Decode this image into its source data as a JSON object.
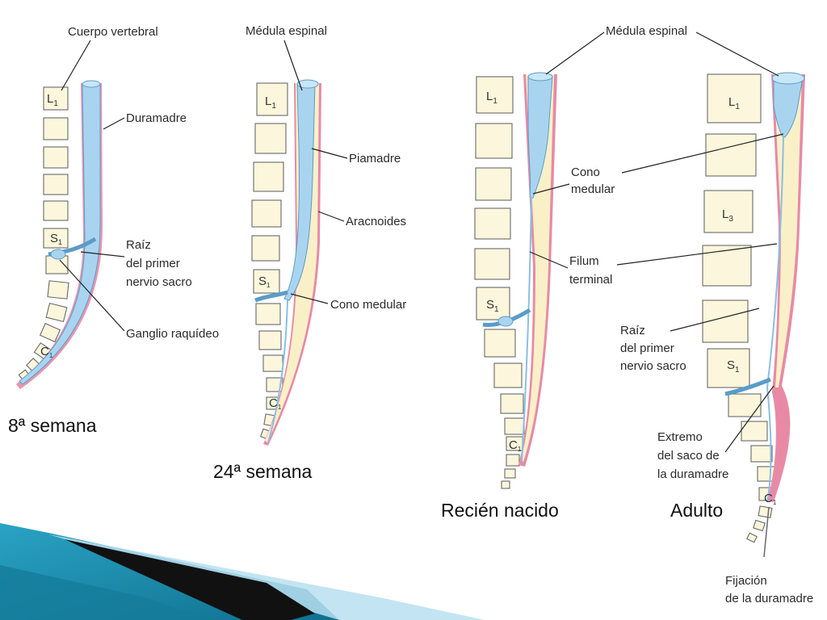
{
  "colors": {
    "csf_blue": "#a9d4f0",
    "dura_pink": "#e88aa6",
    "cream": "#faf0c8",
    "vertebra_fill": "#fbf6dc",
    "slide_teal": "#1f86a6"
  },
  "panels": {
    "week8": {
      "caption": "8ª semana",
      "labels": {
        "cuerpo_vertebral": "Cuerpo vertebral",
        "duramadre": "Duramadre",
        "raiz_1": "Raíz",
        "raiz_2": "del primer",
        "raiz_3": "nervio sacro",
        "ganglio": "Ganglio raquídeo"
      },
      "vertebra_labels": {
        "l1": "L",
        "l1_sub": "1",
        "s1": "S",
        "s1_sub": "1",
        "c1": "C",
        "c1_sub": "1"
      }
    },
    "week24": {
      "caption": "24ª semana",
      "labels": {
        "medula": "Médula espinal",
        "piamadre": "Piamadre",
        "aracnoides": "Aracnoides",
        "cono": "Cono medular"
      },
      "vertebra_labels": {
        "l1": "L",
        "l1_sub": "1",
        "s1": "S",
        "s1_sub": "1",
        "c1": "C",
        "c1_sub": "1"
      }
    },
    "newborn": {
      "caption": "Recién nacido",
      "vertebra_labels": {
        "l1": "L",
        "l1_sub": "1",
        "s1": "S",
        "s1_sub": "1",
        "c1": "C",
        "c1_sub": "1"
      }
    },
    "adult": {
      "caption": "Adulto",
      "vertebra_labels": {
        "l1": "L",
        "l1_sub": "1",
        "l3": "L",
        "l3_sub": "3",
        "s1": "S",
        "s1_sub": "1",
        "c1": "C",
        "c1_sub": "1"
      }
    }
  },
  "shared_labels": {
    "medula_espinal": "Médula espinal",
    "cono_1": "Cono",
    "cono_2": "medular",
    "filum_1": "Filum",
    "filum_2": "terminal",
    "raiz_1": "Raíz",
    "raiz_2": "del primer",
    "raiz_3": "nervio sacro",
    "extremo_1": "Extremo",
    "extremo_2": "del saco de",
    "extremo_3": "la duramadre",
    "fijacion_1": "Fijación",
    "fijacion_2": "de la duramadre"
  }
}
